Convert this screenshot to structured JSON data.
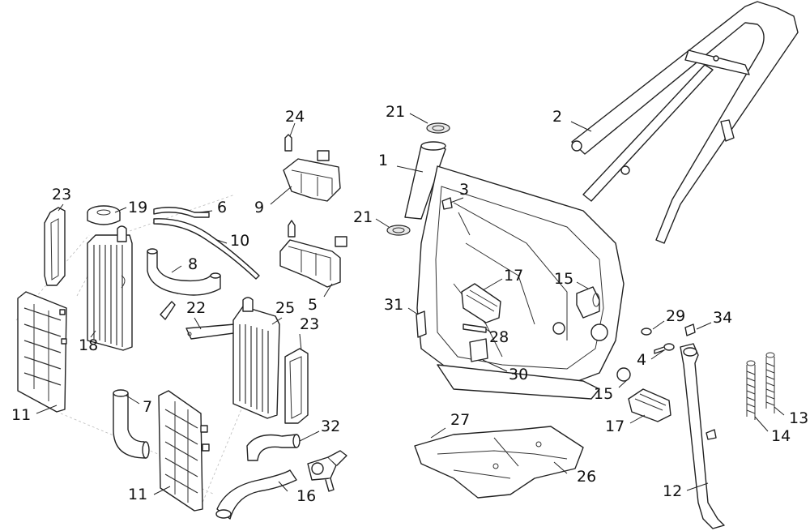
{
  "callouts": {
    "c1": "1",
    "c2": "2",
    "c3": "3",
    "c4": "4",
    "c5": "5",
    "c6": "6",
    "c7": "7",
    "c8": "8",
    "c9": "9",
    "c10": "10",
    "c11a": "11",
    "c11b": "11",
    "c12": "12",
    "c13": "13",
    "c14": "14",
    "c15a": "15",
    "c15b": "15",
    "c16": "16",
    "c17a": "17",
    "c17b": "17",
    "c18": "18",
    "c19": "19",
    "c21a": "21",
    "c21b": "21",
    "c22": "22",
    "c23a": "23",
    "c23b": "23",
    "c24": "24",
    "c25": "25",
    "c26": "26",
    "c27": "27",
    "c28": "28",
    "c29": "29",
    "c30": "30",
    "c31": "31",
    "c32": "32",
    "c34": "34"
  }
}
